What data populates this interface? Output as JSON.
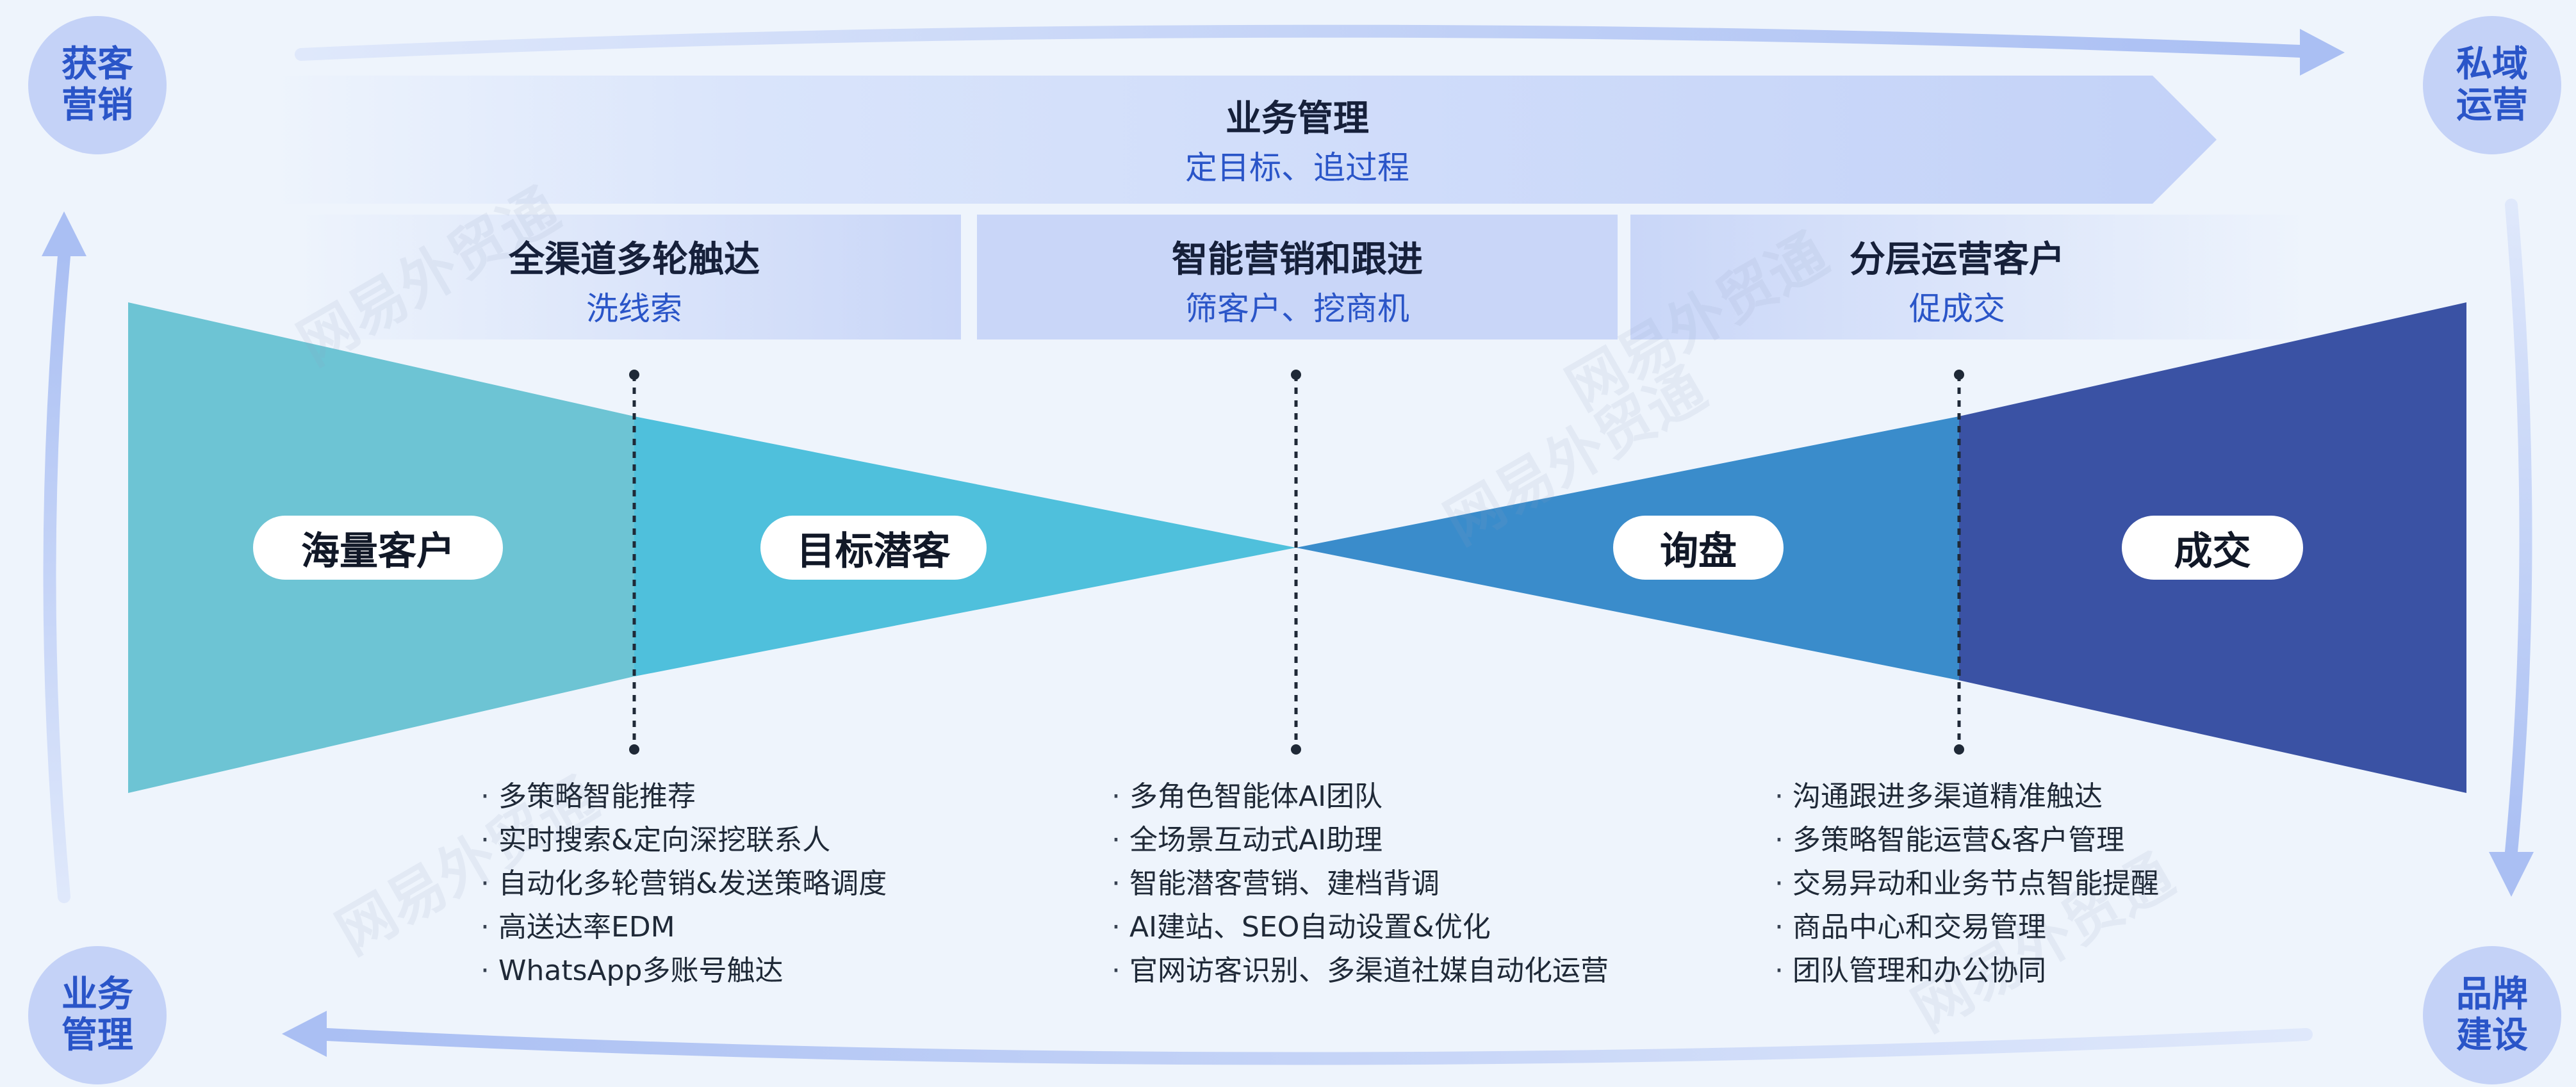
{
  "corners": {
    "top_left": [
      "获客",
      "营销"
    ],
    "top_right": [
      "私域",
      "运营"
    ],
    "bottom_left": [
      "业务",
      "管理"
    ],
    "bottom_right": [
      "品牌",
      "建设"
    ]
  },
  "top_banner": {
    "title": "业务管理",
    "subtitle": "定目标、追过程"
  },
  "stages": [
    {
      "title": "全渠道多轮触达",
      "subtitle": "洗线索"
    },
    {
      "title": "智能营销和跟进",
      "subtitle": "筛客户、挖商机"
    },
    {
      "title": "分层运营客户",
      "subtitle": "促成交"
    }
  ],
  "funnel_labels": [
    "海量客户",
    "目标潜客",
    "询盘",
    "成交"
  ],
  "lists": [
    [
      "多策略智能推荐",
      "实时搜索&定向深挖联系人",
      "自动化多轮营销&发送策略调度",
      "高送达率EDM",
      "WhatsApp多账号触达"
    ],
    [
      "多角色智能体AI团队",
      "全场景互动式AI助理",
      "智能潜客营销、建档背调",
      "AI建站、SEO自动设置&优化",
      "官网访客识别、多渠道社媒自动化运营"
    ],
    [
      "沟通跟进多渠道精准触达",
      "多策略智能运营&客户管理",
      "交易异动和业务节点智能提醒",
      "商品中心和交易管理",
      "团队管理和办公协同"
    ]
  ],
  "watermark": "网易外贸通",
  "colors": {
    "teal_light": "#6dc4d4",
    "cyan": "#4fc0dc",
    "blue_mid": "#3a8ccb",
    "navy": "#3a52a4",
    "accent_text": "#2a55c8",
    "circle_fill": "#c4d2f7"
  }
}
